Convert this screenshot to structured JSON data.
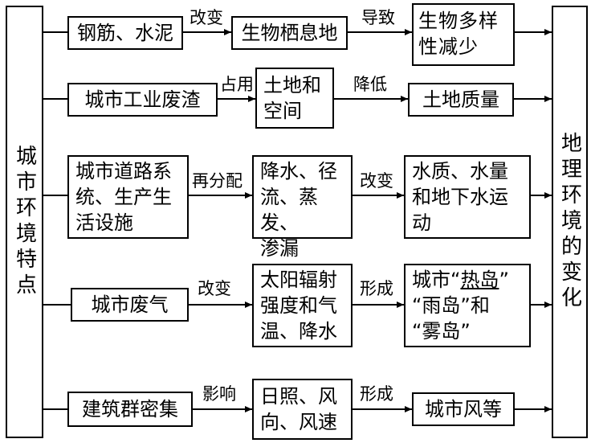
{
  "left_title": "城市环境特点",
  "right_title": "地理环境的变化",
  "rows": [
    {
      "cause": "钢筋、水泥",
      "arrow1": "改变",
      "middle": "生物栖息地",
      "arrow2": "导致",
      "result_parts": [
        "生物多样",
        "性减少"
      ]
    },
    {
      "cause": "城市工业废渣",
      "arrow1": "占用",
      "middle_parts": [
        "土地和",
        "空间"
      ],
      "arrow2": "降低",
      "result": "土地质量"
    },
    {
      "cause_parts": [
        "城市道路系",
        "统、生产生",
        "活设施"
      ],
      "arrow1": "再分配",
      "middle_parts": [
        "降水、径",
        "流、蒸发、",
        "渗漏"
      ],
      "arrow2": "改变",
      "result_parts": [
        "水质、水量",
        "和地下水运",
        "动"
      ]
    },
    {
      "cause": "城市废气",
      "arrow1": "改变",
      "middle_parts": [
        "太阳辐射",
        "强度和气",
        "温、降水"
      ],
      "arrow2": "形成",
      "result_prefix": "城市“",
      "result_underlined": "热岛",
      "result_rest1": "”",
      "result_line2": "“雨岛”和",
      "result_line3": "“雾岛”"
    },
    {
      "cause": "建筑群密集",
      "arrow1": "影响",
      "middle_parts": [
        "日照、风",
        "向、风速"
      ],
      "arrow2": "形成",
      "result": "城市风等"
    }
  ]
}
